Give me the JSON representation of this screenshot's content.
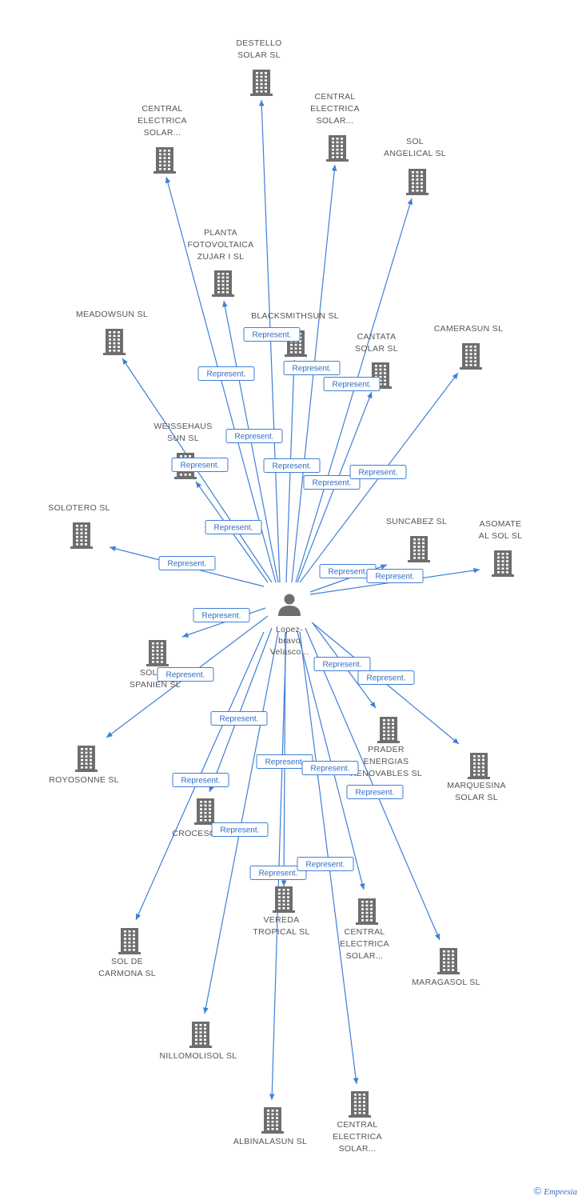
{
  "center": {
    "label_lines": [
      "Lopez-",
      "bravo",
      "Velasco..."
    ]
  },
  "relation_label": "Represent.",
  "companies": [
    {
      "id": "destello",
      "lines": [
        "DESTELLO",
        "SOLAR SL"
      ]
    },
    {
      "id": "central1",
      "lines": [
        "CENTRAL",
        "ELECTRICA",
        "SOLAR..."
      ]
    },
    {
      "id": "central2",
      "lines": [
        "CENTRAL",
        "ELECTRICA",
        "SOLAR..."
      ]
    },
    {
      "id": "solangelical",
      "lines": [
        "SOL",
        "ANGELICAL SL"
      ]
    },
    {
      "id": "planta",
      "lines": [
        "PLANTA",
        "FOTOVOLTAICA",
        "ZUJAR I SL"
      ]
    },
    {
      "id": "meadowsun",
      "lines": [
        "MEADOWSUN SL"
      ]
    },
    {
      "id": "blacksmithsun",
      "lines": [
        "BLACKSMITHSUN SL"
      ]
    },
    {
      "id": "cantata",
      "lines": [
        "CANTATA",
        "SOLAR SL"
      ]
    },
    {
      "id": "camerasun",
      "lines": [
        "CAMERASUN SL"
      ]
    },
    {
      "id": "weissehaus",
      "lines": [
        "WEISSEHAUS",
        "SUN SL"
      ]
    },
    {
      "id": "solotero",
      "lines": [
        "SOLOTERO SL"
      ]
    },
    {
      "id": "suncabez",
      "lines": [
        "SUNCABEZ SL"
      ]
    },
    {
      "id": "asomate",
      "lines": [
        "ASOMATE",
        "AL SOL SL"
      ]
    },
    {
      "id": "solem",
      "lines": [
        "SOLEM",
        "SPANIEN SL"
      ]
    },
    {
      "id": "royosonne",
      "lines": [
        "ROYOSONNE SL"
      ]
    },
    {
      "id": "prader",
      "lines": [
        "PRADER",
        "ENERGIAS",
        "RENOVABLES SL"
      ]
    },
    {
      "id": "marquesina",
      "lines": [
        "MARQUESINA",
        "SOLAR SL"
      ]
    },
    {
      "id": "crocesol",
      "lines": [
        "CROCESOL SL"
      ]
    },
    {
      "id": "vereda",
      "lines": [
        "VEREDA",
        "TROPICAL SL"
      ]
    },
    {
      "id": "central3",
      "lines": [
        "CENTRAL",
        "ELECTRICA",
        "SOLAR..."
      ]
    },
    {
      "id": "maragasol",
      "lines": [
        "MARAGASOL SL"
      ]
    },
    {
      "id": "soldecarmona",
      "lines": [
        "SOL DE",
        "CARMONA SL"
      ]
    },
    {
      "id": "nillomolisol",
      "lines": [
        "NILLOMOLISOL SL"
      ]
    },
    {
      "id": "albinalasun",
      "lines": [
        "ALBINALASUN SL"
      ]
    },
    {
      "id": "central4",
      "lines": [
        "CENTRAL",
        "ELECTRICA",
        "SOLAR..."
      ]
    }
  ],
  "footer": {
    "copyright": "©",
    "brand": "Empresia"
  }
}
